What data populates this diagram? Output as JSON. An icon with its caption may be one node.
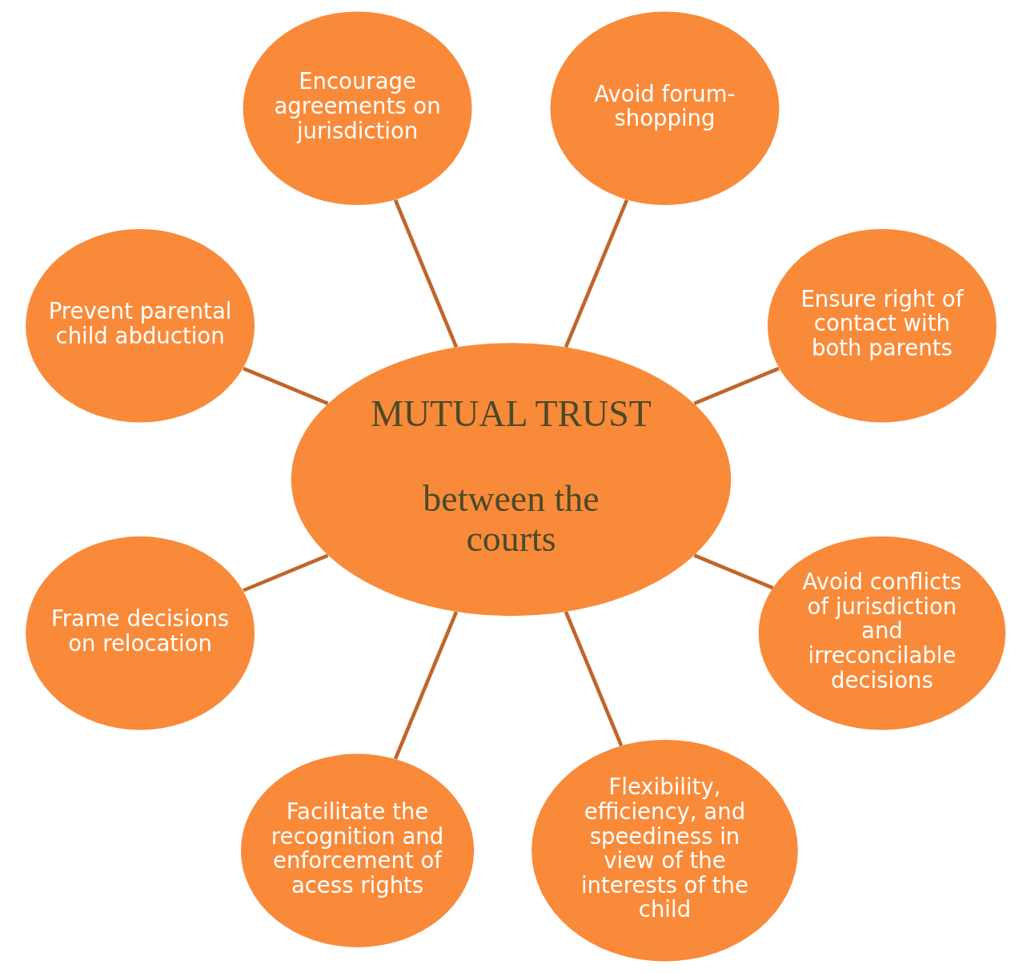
{
  "diagram": {
    "nodes": [
      {
        "text": [
          "MUTUAL TRUST",
          "between the courts"
        ]
      },
      {
        "text": [
          "Ensure right of contact with both parents"
        ]
      },
      {
        "text": [
          "Avoid forum-shopping"
        ]
      },
      {
        "text": [
          "Encourage agreements on jurisdiction"
        ]
      },
      {
        "text": [
          "Prevent parental child abduction"
        ]
      },
      {
        "text": [
          "Frame decisions on relocation"
        ]
      },
      {
        "text": [
          "Facilitate the recognition and enforcement of acess rights"
        ]
      },
      {
        "text": [
          "Flexibility, efficiency, and speediness in view of the interests of the child"
        ]
      },
      {
        "text": [
          "Avoid conflicts of jurisdiction and irreconcilable decisions"
        ]
      }
    ],
    "edges": [
      {
        "from": 0,
        "to": 1,
        "arrow": "none"
      },
      {
        "from": 0,
        "to": 2,
        "arrow": "none"
      },
      {
        "from": 0,
        "to": 3,
        "arrow": "none"
      },
      {
        "from": 0,
        "to": 4,
        "arrow": "none"
      },
      {
        "from": 0,
        "to": 5,
        "arrow": "none"
      },
      {
        "from": 0,
        "to": 6,
        "arrow": "none"
      },
      {
        "from": 0,
        "to": 7,
        "arrow": "none"
      },
      {
        "from": 0,
        "to": 8,
        "arrow": "none"
      }
    ]
  }
}
